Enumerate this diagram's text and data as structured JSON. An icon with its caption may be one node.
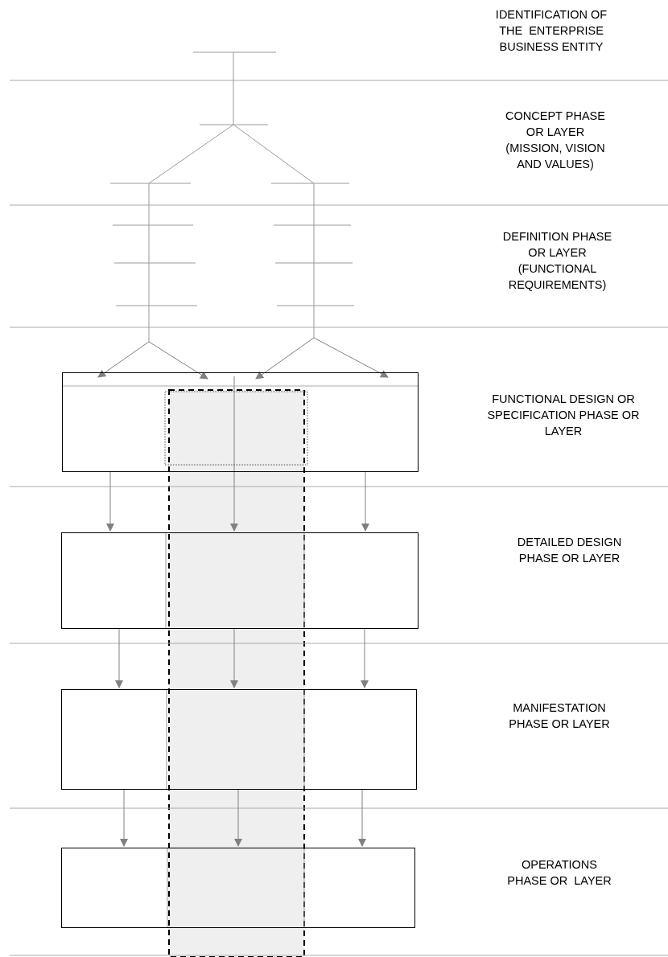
{
  "diagram": {
    "nodes": [
      {
        "text": [],
        "shape": "tree"
      },
      {
        "text": [],
        "shape": "box"
      },
      {
        "text": [],
        "shape": "box"
      },
      {
        "text": [],
        "shape": "box"
      },
      {
        "text": [],
        "shape": "box"
      }
    ],
    "edges": [
      {
        "from": 0,
        "to": 1,
        "arrow": "to"
      },
      {
        "from": 0,
        "to": 1,
        "arrow": "to"
      },
      {
        "from": 0,
        "to": 1,
        "arrow": "to"
      },
      {
        "from": 0,
        "to": 1,
        "arrow": "to"
      },
      {
        "from": 1,
        "to": 2,
        "arrow": "to"
      },
      {
        "from": 1,
        "to": 2,
        "arrow": "to"
      },
      {
        "from": 1,
        "to": 2,
        "arrow": "to"
      },
      {
        "from": 2,
        "to": 3,
        "arrow": "to"
      },
      {
        "from": 2,
        "to": 3,
        "arrow": "to"
      },
      {
        "from": 2,
        "to": 3,
        "arrow": "to"
      },
      {
        "from": 3,
        "to": 4,
        "arrow": "to"
      },
      {
        "from": 3,
        "to": 4,
        "arrow": "to"
      },
      {
        "from": 3,
        "to": 4,
        "arrow": "to"
      }
    ],
    "labels": [
      "IDENTIFICATION OF THE  ENTERPRISE BUSINESS ENTITY",
      "CONCEPT PHASE OR LAYER (MISSION, VISION AND VALUES)",
      "DEFINITION PHASE OR LAYER (FUNCTIONAL REQUIREMENTS)",
      "FUNCTIONAL DESIGN OR SPECIFICATION PHASE OR LAYER",
      "DETAILED DESIGN PHASE OR LAYER",
      "MANIFESTATION PHASE OR LAYER",
      "OPERATIONS PHASE OR  LAYER"
    ]
  }
}
